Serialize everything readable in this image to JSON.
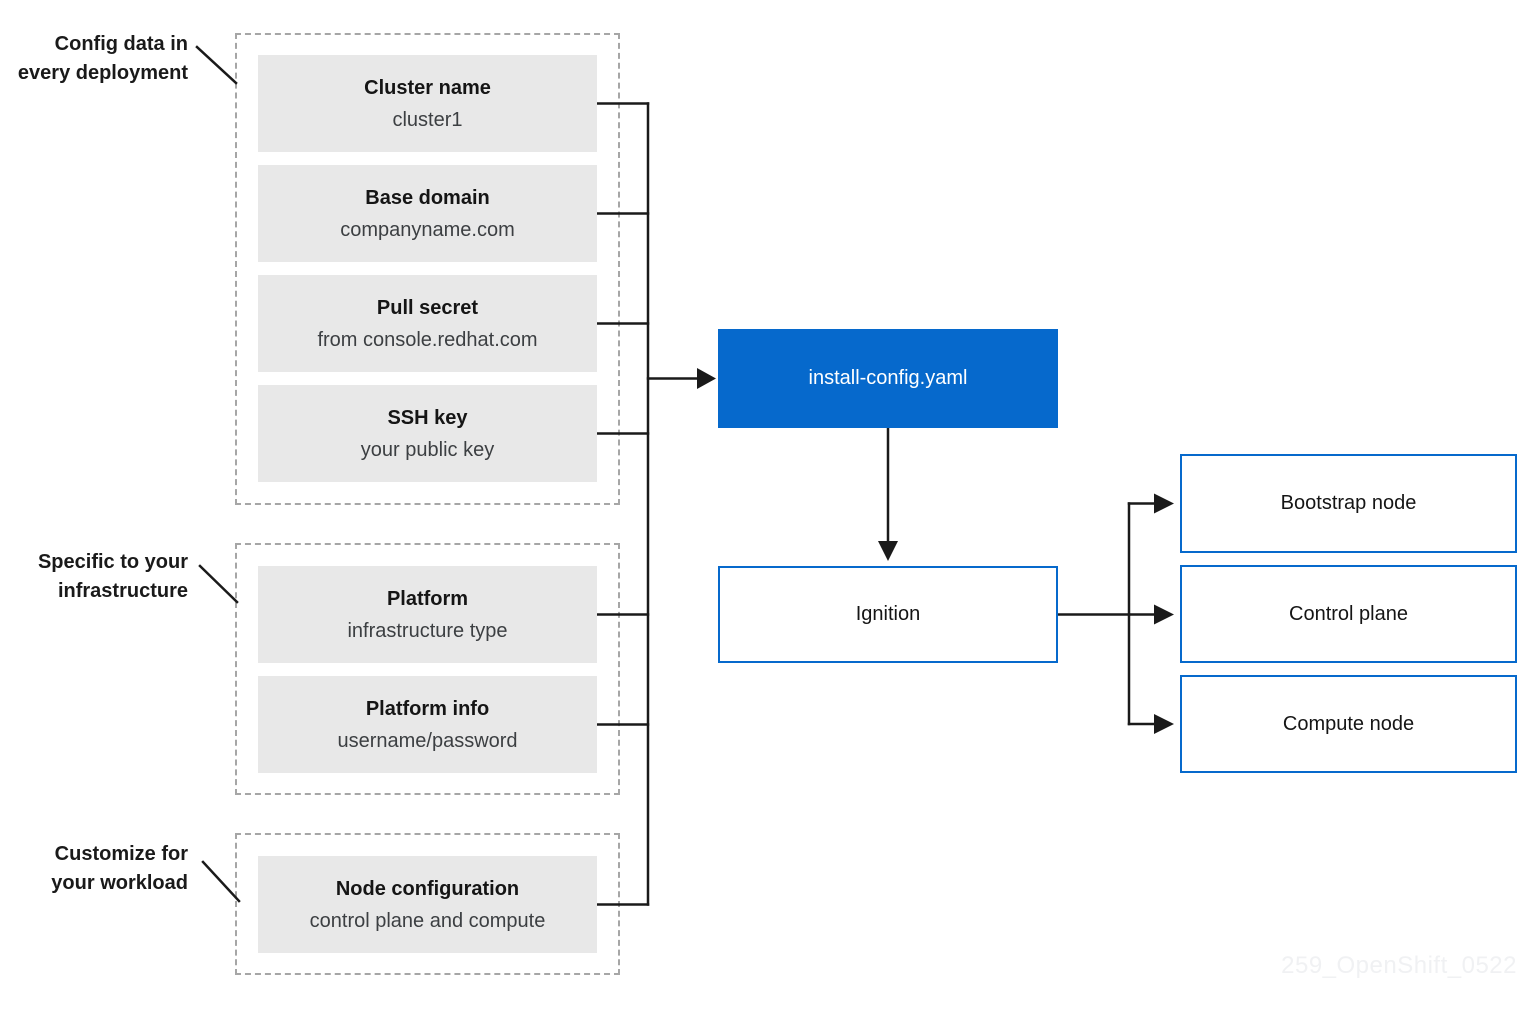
{
  "colors": {
    "primary_blue": "#0669cc",
    "box_gray": "#e8e8e8",
    "line_black": "#1a1a1a",
    "dashed_border_gray": "#a6a6a6",
    "title_text": "#151515",
    "subtitle_text": "#3c3f42",
    "watermark_gray": "#f0f1f3"
  },
  "annotations": [
    {
      "line1": "Config data in",
      "line2": "every deployment"
    },
    {
      "line1": "Specific to your",
      "line2": "infrastructure"
    },
    {
      "line1": "Customize for",
      "line2": "your workload"
    }
  ],
  "groups": [
    {
      "name": "config-data-in-every-deployment",
      "items": [
        {
          "title": "Cluster name",
          "subtitle": "cluster1"
        },
        {
          "title": "Base domain",
          "subtitle": "companyname.com"
        },
        {
          "title": "Pull secret",
          "subtitle": "from console.redhat.com"
        },
        {
          "title": "SSH key",
          "subtitle": "your public key"
        }
      ]
    },
    {
      "name": "specific-to-your-infrastructure",
      "items": [
        {
          "title": "Platform",
          "subtitle": "infrastructure type"
        },
        {
          "title": "Platform info",
          "subtitle": "username/password"
        }
      ]
    },
    {
      "name": "customize-for-your-workload",
      "items": [
        {
          "title": "Node configuration",
          "subtitle": "control plane and compute"
        }
      ]
    }
  ],
  "flow": {
    "install_config": "install-config.yaml",
    "ignition": "Ignition",
    "outputs": [
      "Bootstrap node",
      "Control plane",
      "Compute node"
    ]
  },
  "watermark": "259_OpenShift_0522"
}
